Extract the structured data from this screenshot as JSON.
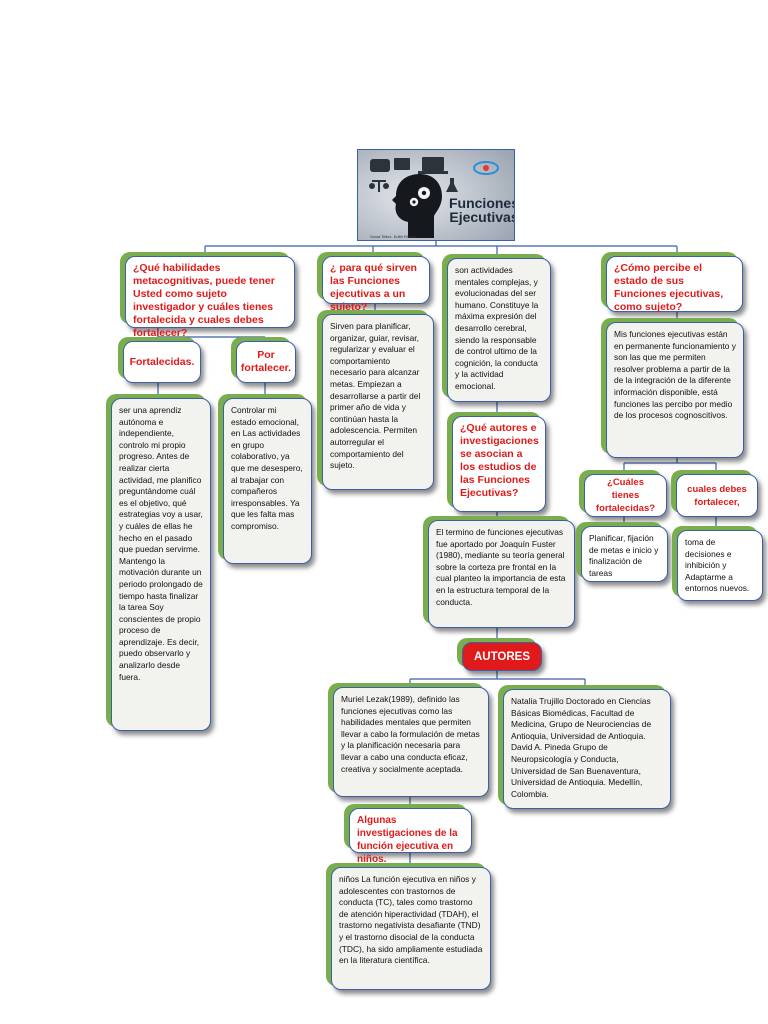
{
  "title": {
    "line1": "Funciones",
    "line2": "Ejecutivas",
    "credit": "Sonia Tellez. Edith Rincón"
  },
  "col1": {
    "question": "¿Qué habilidades metacognitivas, puede tener Usted como sujeto investigador y cuáles tienes fortalecida y cuales debes fortalecer?",
    "fortalecidas_label": "Fortalecidas.",
    "por_fortalecer_label": "Por fortalecer.",
    "fortalecidas_text": "ser una aprendiz autónoma e independiente, controlo mi propio progreso. Antes de realizar cierta actividad, me planifico preguntándome cuál es el objetivo, qué estrategias voy a usar, y cuáles de ellas he hecho en el pasado que puedan servirme. Mantengo la motivación durante un periodo prolongado de tiempo hasta finalizar la tarea Soy conscientes de propio proceso de aprendizaje. Es decir, puedo observarlo y analizarlo desde fuera.",
    "por_fortalecer_text": "Controlar mi estado emocional, en Las actividades en grupo colaborativo, ya que me desespero, al trabajar con compañeros irresponsables. Ya que les falta mas compromiso."
  },
  "col2": {
    "question": "¿ para qué sirven las Funciones ejecutivas a un sujeto?",
    "answer": "Sirven para planificar, organizar, guiar, revisar, regularizar y evaluar el comportamiento necesario para alcanzar metas. Empiezan a desarrollarse a partir del primer año de vida y continúan hasta la adolescencia. Permiten autorregular el comportamiento del sujeto."
  },
  "col3": {
    "definition": "son actividades mentales complejas, y evolucionadas del ser humano. Constituye la máxima expresión del desarrollo cerebral, siendo la responsable de control ultimo de la cognición, la conducta y la actividad emocional.",
    "question": "¿Qué autores e investigaciones se asocian a los estudios de las Funciones Ejecutivas?",
    "fuster_text": "El termino de funciones ejecutivas fue aportado por Joaquín Fuster (1980), mediante su teoría general sobre la corteza pre frontal en la cual planteo la importancia de esta en la estructura temporal de la conducta.",
    "autores_label": "AUTORES",
    "lezak_text": "Muriel Lezak(1989), definido las funciones ejecutivas como las habilidades mentales que permiten llevar a cabo la formulación de metas y la planificación necesaria para llevar a cabo una conducta eficaz, creativa y socialmente aceptada.",
    "trujillo_text": "Natalia Trujillo Doctorado en Ciencias Básicas Biomédicas, Facultad de Medicina, Grupo de Neurociencias de Antioquia, Universidad de Antioquia. David A. Pineda Grupo de Neuropsicología y Conducta, Universidad de San Buenaventura, Universidad de Antioquia. Medellín, Colombia.",
    "investigaciones_label": "Algunas investigaciones de la función ejecutiva en niños.",
    "ninos_text": "niños La función ejecutiva en niños y adolescentes con trastornos de conducta (TC), tales como trastorno de atención hiperactividad (TDAH), el trastorno negativista desafiante (TND) y el trastorno disocial de la conducta (TDC), ha sido ampliamente estudiada en la literatura científica."
  },
  "col4": {
    "question": "¿Cómo percibe el estado de sus Funciones ejecutivas, como sujeto?",
    "answer": "Mis funciones ejecutivas están en permanente funcionamiento y son las que me permiten resolver problema a partir de la de la integración de la diferente información disponible, está funciones las percibo por medio de los procesos cognoscitivos.",
    "fortalecidas_q": "¿Cuáles tienes fortalecidas?",
    "debes_q": "cuales debes fortalecer,",
    "fortalecidas_a": "Planificar, fijación de metas e inicio y finalización de tareas",
    "debes_a": "toma de decisiones e inhibición y Adaptarme a entornos nuevos."
  },
  "colors": {
    "border": "#3b5fa8",
    "shadow": "#79ad4e",
    "question_text": "#e01a1a",
    "autores_bg": "#e01a1a"
  },
  "icons": [
    "head-silhouette-icon",
    "gears-icon",
    "chat-bubble-icon",
    "book-icon",
    "laptop-icon",
    "scales-icon",
    "flask-icon",
    "logo-icon"
  ]
}
